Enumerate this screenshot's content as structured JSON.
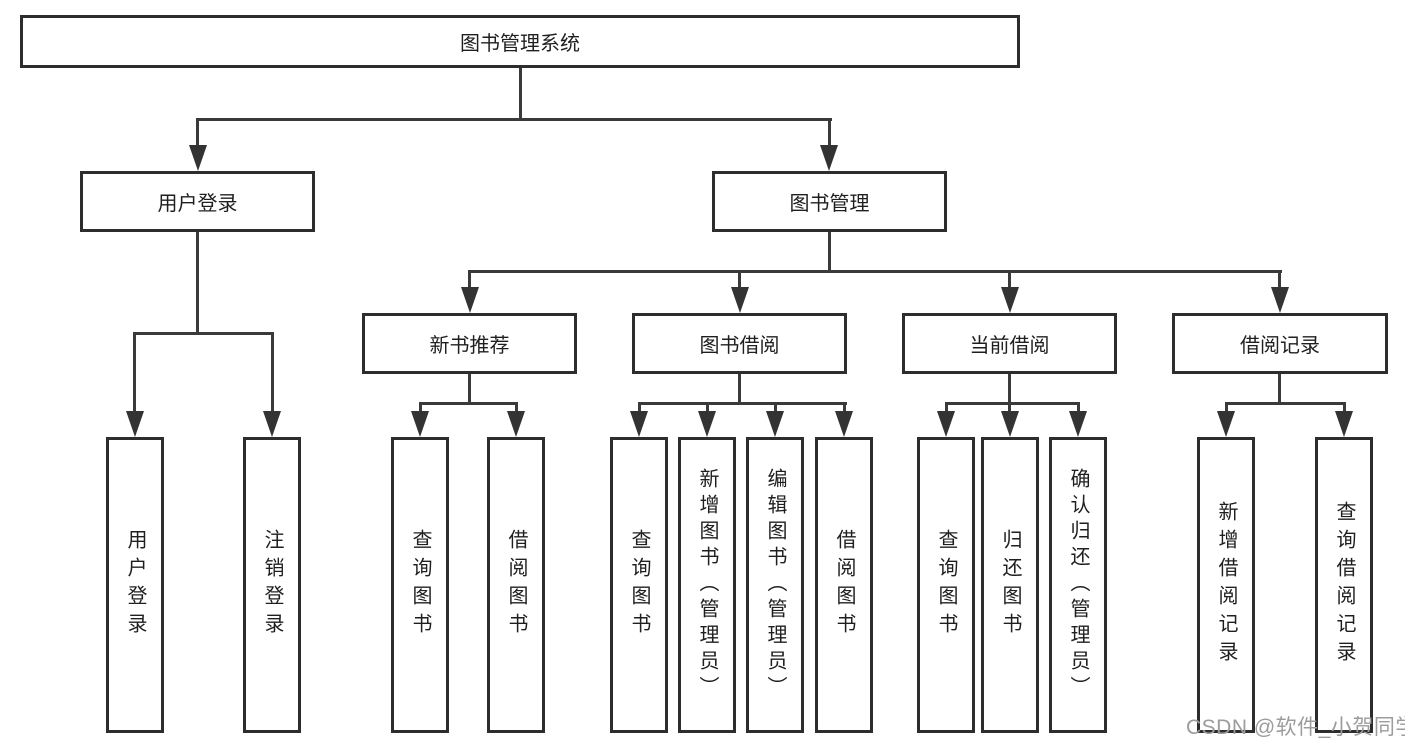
{
  "colors": {
    "background": "#ffffff",
    "box_border": "#2d2d2d",
    "connector_line": "#3a3a3a",
    "text": "#1f1f1f",
    "watermark": "#9c9c9c"
  },
  "diagram": {
    "root": {
      "label": "图书管理系统"
    },
    "level2": [
      {
        "label": "用户登录"
      },
      {
        "label": "图书管理"
      }
    ],
    "level3": [
      {
        "label": "新书推荐"
      },
      {
        "label": "图书借阅"
      },
      {
        "label": "当前借阅"
      },
      {
        "label": "借阅记录"
      }
    ],
    "leaves": {
      "user_login": [
        "用户登录",
        "注销登录"
      ],
      "new_book": [
        "查询图书",
        "借阅图书"
      ],
      "book_borrow": [
        "查询图书",
        "新增图书（管理员）",
        "编辑图书（管理员）",
        "借阅图书"
      ],
      "current_borrow": [
        "查询图书",
        "归还图书",
        "确认归还（管理员）"
      ],
      "borrow_records": [
        "新增借阅记录",
        "查询借阅记录"
      ]
    }
  },
  "watermark": {
    "text": "CSDN @软件_小贺同学"
  }
}
